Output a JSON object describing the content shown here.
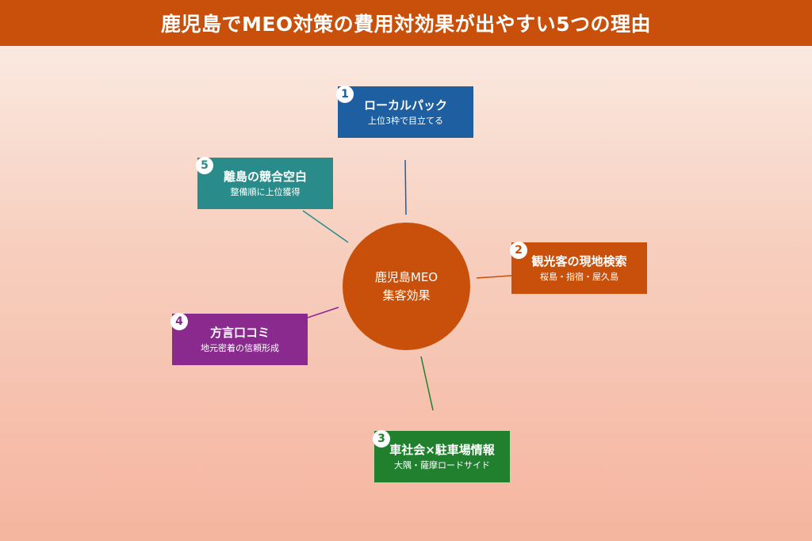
{
  "header": {
    "title": "鹿児島でMEO対策の費用対効果が出やすい5つの理由"
  },
  "center": {
    "line1": "鹿児島MEO",
    "line2": "集客効果"
  },
  "reasons": [
    {
      "number": "1",
      "title": "ローカルパック",
      "subtitle": "上位3枠で目立てる",
      "color": "#1d5fa0"
    },
    {
      "number": "2",
      "title": "観光客の現地検索",
      "subtitle": "桜島・指宿・屋久島",
      "color": "#c8500a"
    },
    {
      "number": "3",
      "title": "車社会×駐車場情報",
      "subtitle": "大隅・薩摩ロードサイド",
      "color": "#21802e"
    },
    {
      "number": "4",
      "title": "方言口コミ",
      "subtitle": "地元密着の信頼形成",
      "color": "#8a2a8f"
    },
    {
      "number": "5",
      "title": "離島の競合空白",
      "subtitle": "整備順に上位獲得",
      "color": "#2a8c8a"
    }
  ]
}
